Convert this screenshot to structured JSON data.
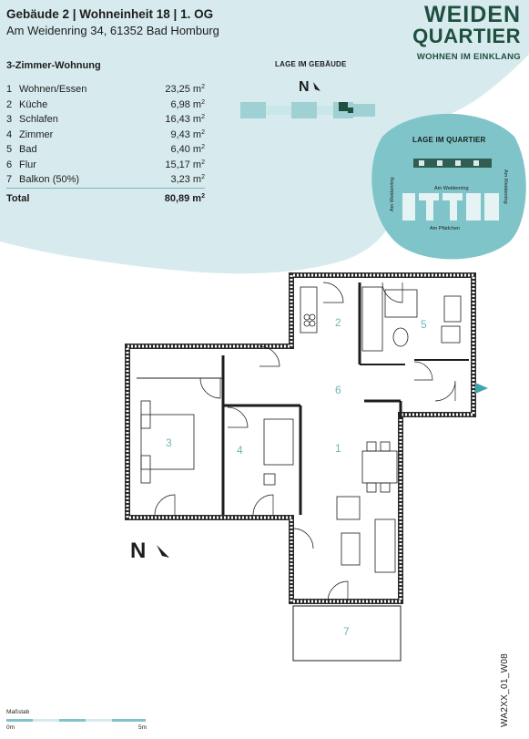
{
  "header": {
    "title": "Gebäude 2 | Wohneinheit 18 | 1. OG",
    "address": "Am Weidenring 34, 61352 Bad Homburg"
  },
  "logo": {
    "line1": "WEIDEN",
    "line2": "QUARTIER",
    "tagline": "WOHNEN IM EINKLANG"
  },
  "flat_type": "3-Zimmer-Wohnung",
  "rooms": [
    {
      "num": "1",
      "name": "Wohnen/Essen",
      "area": "23,25 m",
      "unit": "2"
    },
    {
      "num": "2",
      "name": "Küche",
      "area": "6,98 m",
      "unit": "2"
    },
    {
      "num": "3",
      "name": "Schlafen",
      "area": "16,43 m",
      "unit": "2"
    },
    {
      "num": "4",
      "name": "Zimmer",
      "area": "9,43 m",
      "unit": "2"
    },
    {
      "num": "5",
      "name": "Bad",
      "area": "6,40 m",
      "unit": "2"
    },
    {
      "num": "6",
      "name": "Flur",
      "area": "15,17 m",
      "unit": "2"
    },
    {
      "num": "7",
      "name": "Balkon (50%)",
      "area": "3,23 m",
      "unit": "2"
    }
  ],
  "total": {
    "label": "Total",
    "area": "80,89 m",
    "unit": "2"
  },
  "lage_gebaeude": "LAGE IM GEBÄUDE",
  "lage_quartier": {
    "title": "LAGE IM QUARTIER",
    "street_center": "Am Weidenring",
    "street_left": "Am Weidenring",
    "street_right": "Am Weidenring",
    "street_bottom": "Am Pfädchen"
  },
  "floorplan_room_numbers": [
    "1",
    "2",
    "3",
    "4",
    "5",
    "6",
    "7"
  ],
  "north_label": "N",
  "scale": {
    "label": "Maßstab",
    "start": "0m",
    "end": "5m"
  },
  "plan_code": "WA2XX_01_W08",
  "colors": {
    "accent": "#6fb5b8",
    "bubble": "#d7ebee",
    "dark_green": "#1f4f3f",
    "wall": "#1d1d1b"
  }
}
